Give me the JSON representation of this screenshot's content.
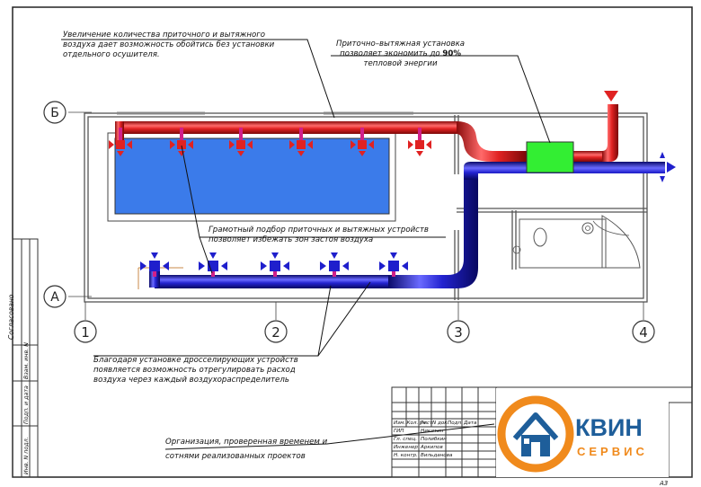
{
  "notes": {
    "humidity": [
      "Увеличение количества приточного и вытяжного",
      "воздуха дает возможность обойтись без установки",
      "отдельного осушителя."
    ],
    "unit": {
      "line1": "Приточно–вытяжная установка",
      "line2": "позволяет экономить до",
      "percent": "90%",
      "line3": "тепловой энергии"
    },
    "selection": [
      "Грамотный подбор приточных и вытяжных устройств",
      "позволяет избежать зон застоя воздуха"
    ],
    "throttle": [
      "Благодаря установке дросселирующих устройств",
      "появляется возможность отрегулировать расход",
      "воздуха через каждый воздухораспределитель"
    ],
    "organization": [
      "Организация, проверенная временем и",
      "сотнями реализованных проектов"
    ]
  },
  "axes": {
    "rows": [
      "Б",
      "А"
    ],
    "columns": [
      "1",
      "2",
      "3",
      "4"
    ]
  },
  "left_strip": {
    "approved": "Согласовано",
    "cells": [
      "Инв. N подл.",
      "Подп. и дата",
      "Взам. инв. N"
    ]
  },
  "title_block": {
    "header": [
      "Изм.",
      "Кол. уч.",
      "Лист",
      "N док.",
      "Подп.",
      "Дата"
    ],
    "rows": [
      {
        "role": "ГИП",
        "name": "Никитин"
      },
      {
        "role": "Гл. спец.",
        "name": "Полибкин"
      },
      {
        "role": "Инженер",
        "name": "Аркипов"
      },
      {
        "role": "Н. контр.",
        "name": "Вильданова"
      }
    ]
  },
  "logo": {
    "name": "КВИН",
    "subtitle": "СЕРВИС"
  },
  "sheet_format": "А3",
  "colors": {
    "supply_duct": "#e02222",
    "exhaust_duct": "#1f1fcc",
    "pool": "#3b7bea",
    "ahu": "#33ee33",
    "logo_orange": "#f08a1c",
    "logo_blue": "#1e5e9a"
  }
}
